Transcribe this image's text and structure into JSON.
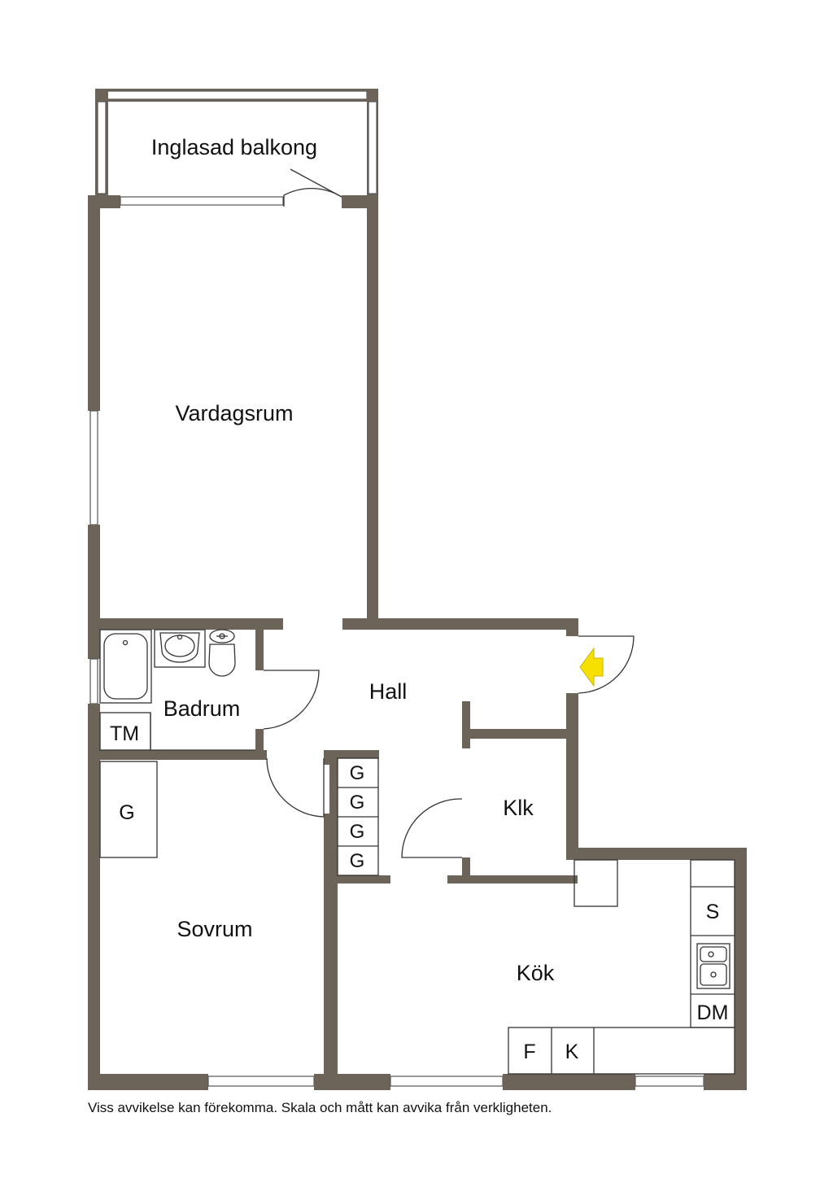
{
  "rooms": {
    "balcony": "Inglasad balkong",
    "living": "Vardagsrum",
    "hall": "Hall",
    "bathroom": "Badrum",
    "closet": "Klk",
    "bedroom": "Sovrum",
    "kitchen": "Kök"
  },
  "fixtures": {
    "laundry": "TM",
    "wardrobe_bedroom": "G",
    "wardrobes_hall": [
      "G",
      "G",
      "G",
      "G"
    ],
    "stove": "S",
    "dishwasher": "DM",
    "freezer": "F",
    "fridge": "K"
  },
  "colors": {
    "wall": "#6d6459",
    "entrance_arrow": "#f5e000"
  },
  "icons": [
    "entrance-arrow-icon",
    "bathtub-icon",
    "washbasin-icon",
    "toilet-icon",
    "sink-icon"
  ],
  "disclaimer": "Viss avvikelse kan förekomma. Skala och mått kan avvika från verkligheten."
}
